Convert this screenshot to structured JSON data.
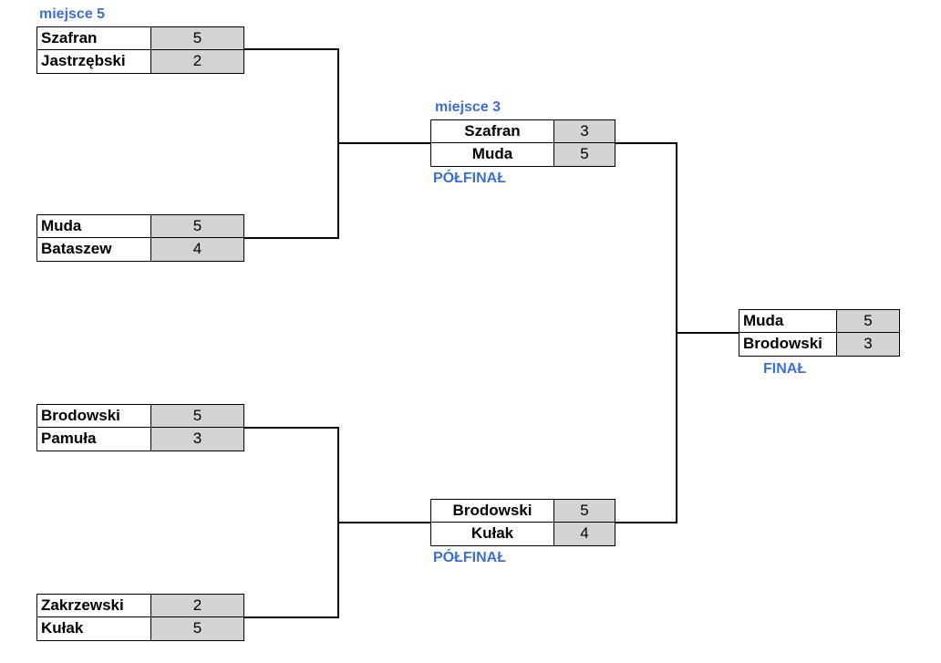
{
  "labels": {
    "place5": "miejsce 5",
    "place3": "miejsce 3",
    "semi_top": "PÓŁFINAŁ",
    "semi_bottom": "PÓŁFINAŁ",
    "final": "FINAŁ"
  },
  "matches": {
    "qf1": [
      {
        "name": "Szafran",
        "score": "5"
      },
      {
        "name": "Jastrzębski",
        "score": "2"
      }
    ],
    "qf2": [
      {
        "name": "Muda",
        "score": "5"
      },
      {
        "name": "Bataszew",
        "score": "4"
      }
    ],
    "qf3": [
      {
        "name": "Brodowski",
        "score": "5"
      },
      {
        "name": "Pamuła",
        "score": "3"
      }
    ],
    "qf4": [
      {
        "name": "Zakrzewski",
        "score": "2"
      },
      {
        "name": "Kułak",
        "score": "5"
      }
    ],
    "sf1": [
      {
        "name": "Szafran",
        "score": "3"
      },
      {
        "name": "Muda",
        "score": "5"
      }
    ],
    "sf2": [
      {
        "name": "Brodowski",
        "score": "5"
      },
      {
        "name": "Kułak",
        "score": "4"
      }
    ],
    "final": [
      {
        "name": "Muda",
        "score": "5"
      },
      {
        "name": "Brodowski",
        "score": "3"
      }
    ]
  }
}
